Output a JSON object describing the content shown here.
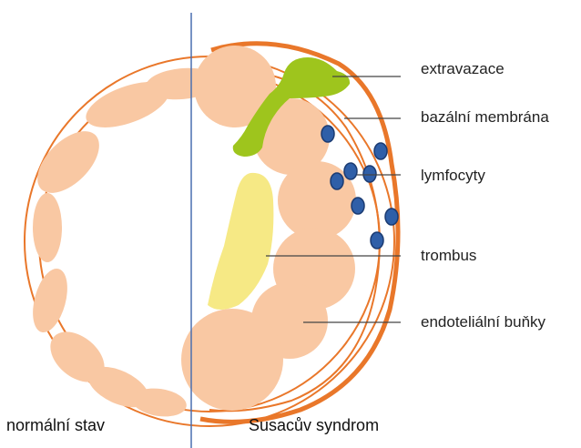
{
  "labels": {
    "extravasation": "extravazace",
    "basement_membrane": "bazální membrána",
    "lymphocytes": "lymfocyty",
    "thrombus": "trombus",
    "endothelial_cells": "endoteliální buňky"
  },
  "captions": {
    "normal": "normální stav",
    "susac": "Susacův syndrom"
  },
  "colors": {
    "membrane": "#e9772a",
    "cell": "#f9c8a3",
    "thrombus": "#f6e985",
    "extravasation": "#9ec51d",
    "lymphocyte": "#2f5fa8",
    "lymphocyte_stroke": "#1b3b72",
    "divider": "#4a6fb0",
    "leader": "#444444"
  }
}
